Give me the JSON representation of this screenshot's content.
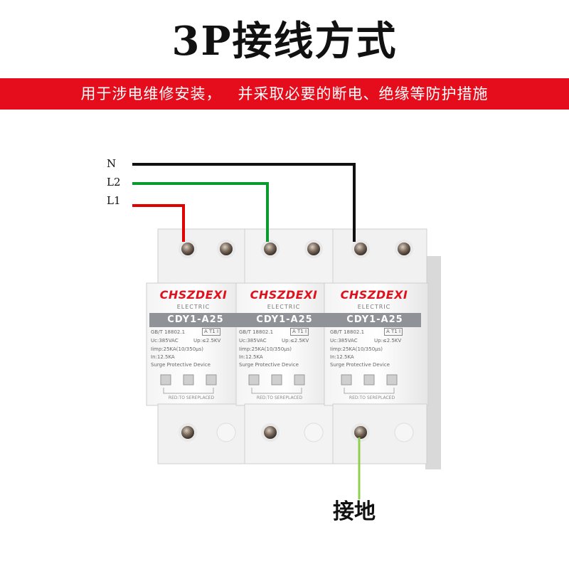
{
  "title": "3P接线方式",
  "banner": "用于涉电维修安装，   并采取必要的断电、绝缘等防护措施",
  "wires": {
    "n": {
      "label": "N",
      "color": "#111111"
    },
    "l2": {
      "label": "L2",
      "color": "#0a9a2e"
    },
    "l1": {
      "label": "L1",
      "color": "#e00000"
    },
    "ground": {
      "label": "接地",
      "color": "#8fd14f"
    }
  },
  "modules": [
    {
      "brand": "CHSZDEXI",
      "brand_sub": "ELECTRIC",
      "model": "CDY1-A25",
      "standard": "GB/T 18802.1",
      "std_marks": "A T1 I",
      "uc": "Uc:385VAC",
      "up": "Up:≤2.5KV",
      "iimp": "Iimp:25KA(10/350μs)",
      "in": "In:12.5KA",
      "device": "Surge Protective Device",
      "footer": "RED:TO SEREPLACED"
    },
    {
      "brand": "CHSZDEXI",
      "brand_sub": "ELECTRIC",
      "model": "CDY1-A25",
      "standard": "GB/T 18802.1",
      "std_marks": "A T1 I",
      "uc": "Uc:385VAC",
      "up": "Up:≤2.5KV",
      "iimp": "Iimp:25KA(10/350μs)",
      "in": "In:12.5KA",
      "device": "Surge Protective Device",
      "footer": "RED:TO SEREPLACED"
    },
    {
      "brand": "CHSZDEXI",
      "brand_sub": "ELECTRIC",
      "model": "CDY1-A25",
      "standard": "GB/T 18802.1",
      "std_marks": "A T1 I",
      "uc": "Uc:385VAC",
      "up": "Up:≤2.5KV",
      "iimp": "Iimp:25KA(10/350μs)",
      "in": "In:12.5KA",
      "device": "Surge Protective Device",
      "footer": "RED:TO SEREPLACED"
    }
  ]
}
